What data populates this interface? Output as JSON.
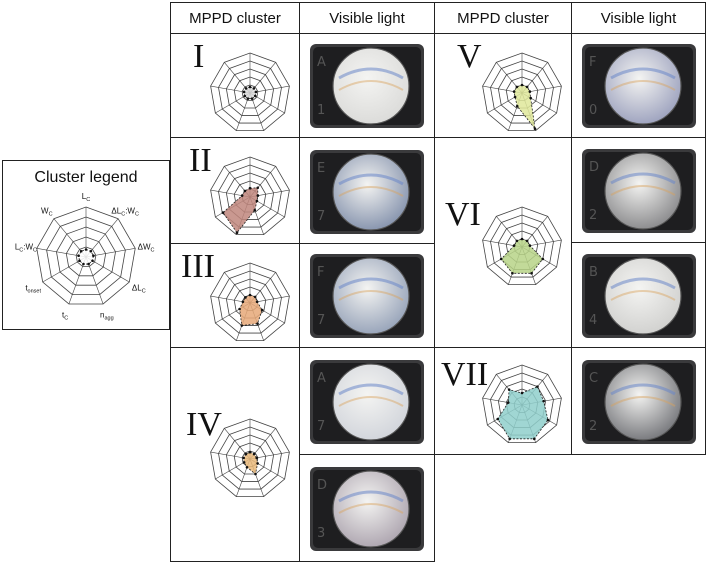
{
  "headers": [
    "MPPD cluster",
    "Visible light",
    "MPPD cluster",
    "Visible light"
  ],
  "legend": {
    "title": "Cluster legend",
    "axes": [
      {
        "base": "L",
        "sub": "C",
        "suffix": ""
      },
      {
        "base": "ΔL",
        "sub": "C",
        "suffix": ":W",
        "sub2": "C"
      },
      {
        "base": "ΔW",
        "sub": "C",
        "suffix": ""
      },
      {
        "base": "ΔL",
        "sub": "C",
        "suffix": ""
      },
      {
        "base": "n",
        "sub": "agg",
        "suffix": ""
      },
      {
        "base": "t",
        "sub": "C",
        "suffix": ""
      },
      {
        "base": "t",
        "sub": "onset",
        "suffix": ""
      },
      {
        "base": "L",
        "sub": "C",
        "suffix": ":W",
        "sub2": "C"
      },
      {
        "base": "W",
        "sub": "C",
        "suffix": ""
      }
    ]
  },
  "clusters": [
    {
      "numeral": "I",
      "color": "#d9d9d9",
      "profile": [
        0.15,
        0.15,
        0.15,
        0.15,
        0.15,
        0.15,
        0.15,
        0.15,
        0.15
      ],
      "photo_tint": "#dcdcda",
      "photo_label": [
        "A",
        "1"
      ]
    },
    {
      "numeral": "II",
      "color": "#c0867c",
      "profile": [
        0.22,
        0.3,
        0.2,
        0.2,
        0.35,
        0.95,
        0.78,
        0.2,
        0.2
      ],
      "photo_tint": "#8a97b0",
      "photo_label": [
        "E",
        "7"
      ]
    },
    {
      "numeral": "III",
      "color": "#e6a878",
      "profile": [
        0.2,
        0.2,
        0.18,
        0.35,
        0.55,
        0.6,
        0.3,
        0.18,
        0.18
      ],
      "photo_tint": "#9aa6bb",
      "photo_label": [
        "F",
        "7"
      ]
    },
    {
      "numeral": "IV",
      "color": "#e9b87a",
      "profile": [
        0.17,
        0.16,
        0.17,
        0.22,
        0.4,
        0.22,
        0.17,
        0.16,
        0.16
      ],
      "photo_tint": "#d3d6dc",
      "photo_label": [
        "A",
        "7"
      ]
    },
    {
      "numeral": "V",
      "color": "#dfe89a",
      "profile": [
        0.2,
        0.2,
        0.2,
        0.25,
        0.95,
        0.35,
        0.2,
        0.2,
        0.2
      ],
      "photo_tint": "#a0a5c0",
      "photo_label": [
        "F",
        "0"
      ]
    },
    {
      "numeral": "VI",
      "color": "#b7d487",
      "profile": [
        0.2,
        0.2,
        0.2,
        0.6,
        0.7,
        0.7,
        0.6,
        0.2,
        0.2
      ],
      "photo_tint": "#8e8e90",
      "photo_label": [
        "D",
        "2"
      ]
    },
    {
      "numeral": "VII",
      "color": "#8fcfcb",
      "profile": [
        0.3,
        0.6,
        0.55,
        0.75,
        0.9,
        0.9,
        0.7,
        0.35,
        0.5
      ],
      "photo_tint": "#7b7c80",
      "photo_label": [
        "C",
        "2"
      ]
    }
  ],
  "extra_photos": [
    {
      "photo_tint": "#b0a8b2",
      "photo_label": [
        "D",
        "3"
      ]
    },
    {
      "photo_tint": "#d2d2d0",
      "photo_label": [
        "B",
        "4"
      ]
    }
  ]
}
